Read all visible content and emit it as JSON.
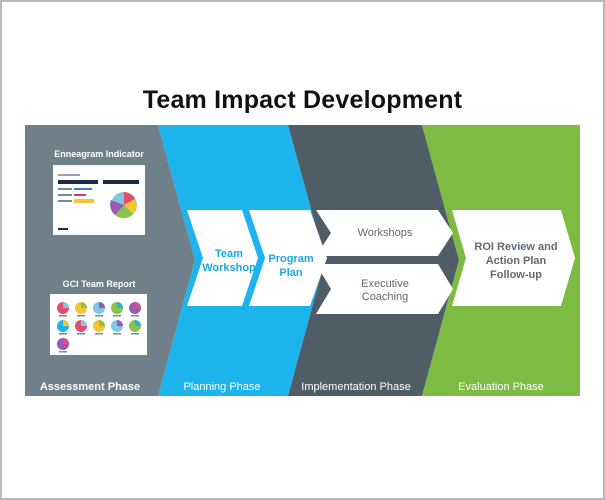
{
  "title": "Team Impact Development",
  "colors": {
    "assessment": "#6f808b",
    "planning": "#1db3ec",
    "implementation": "#4f5d67",
    "evaluation": "#7dbb42",
    "card_text_blue": "#1aa7de",
    "card_text_gray": "#5f6b73",
    "white": "#ffffff"
  },
  "phases": {
    "assessment": {
      "label": "Assessment Phase",
      "items": [
        "Enneagram Indicator",
        "GCI Team Report"
      ]
    },
    "planning": {
      "label": "Planning Phase",
      "cards": [
        [
          "Team",
          "Workshop"
        ],
        [
          "Program",
          "Plan"
        ]
      ]
    },
    "implementation": {
      "label": "Implementation Phase",
      "cards": [
        [
          "Workshops"
        ],
        [
          "Executive",
          "Coaching"
        ]
      ]
    },
    "evaluation": {
      "label": "Evaluation Phase",
      "cards": [
        [
          "ROI Review and",
          "Action Plan",
          "Follow-up"
        ]
      ]
    }
  }
}
